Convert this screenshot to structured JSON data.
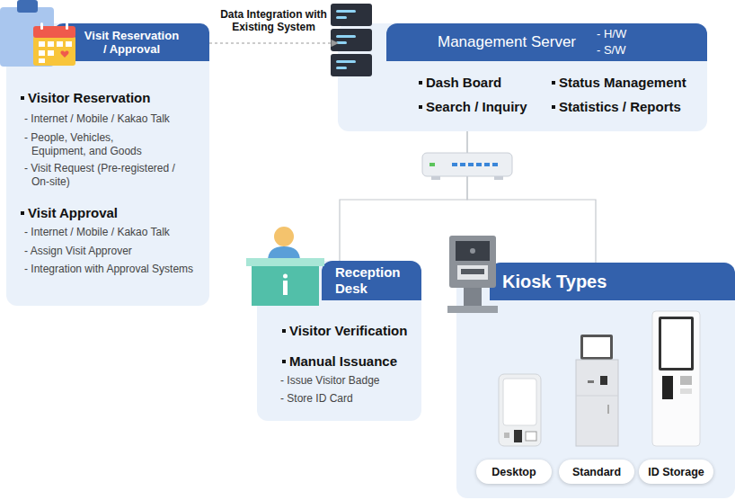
{
  "diagram": {
    "nodes": [
      {
        "text": [
          "Visit Reservation / Approval",
          "Visitor Reservation",
          "- Internet / Mobile / Kakao Talk",
          "- People, Vehicles, Equipment, and Goods",
          "- Visit Request (Pre-registered / On-site)",
          "Visit Approval",
          "- Internet / Mobile / Kakao Talk",
          "- Assign Visit Approver",
          "- Integration with Approval Systems"
        ]
      },
      {
        "text": [
          "Management Server",
          "- H/W",
          "- S/W",
          "Dash Board",
          "Status Management",
          "Search / Inquiry",
          "Statistics / Reports"
        ]
      },
      {
        "text": [
          "Reception Desk",
          "Visitor Verification",
          "Manual Issuance",
          "- Issue Visitor Badge",
          "- Store ID Card"
        ]
      },
      {
        "text": [
          "Kiosk Types"
        ]
      },
      {
        "text": [
          "Desktop"
        ],
        "in": 3
      },
      {
        "text": [
          "Standard"
        ],
        "in": 3
      },
      {
        "text": [
          "ID Storage"
        ],
        "in": 3
      }
    ],
    "edges": [
      {
        "from": 0,
        "to": 1,
        "arrow": "to",
        "label": "Data Integration with Existing System"
      },
      {
        "from": 1,
        "to": 2,
        "arrow": "none"
      },
      {
        "from": 1,
        "to": 3,
        "arrow": "none"
      }
    ]
  }
}
